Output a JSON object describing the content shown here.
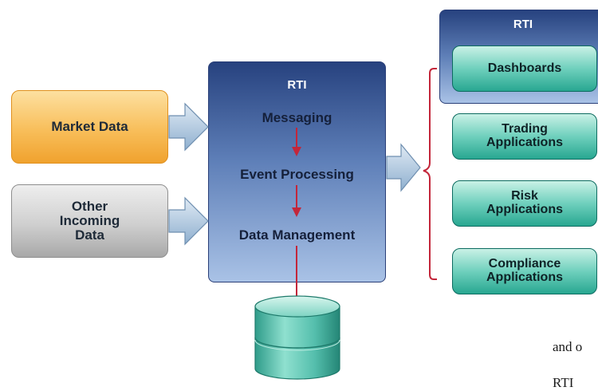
{
  "inputs": {
    "market_data": "Market Data",
    "other_data": [
      "Other",
      "Incoming",
      "Data"
    ]
  },
  "rti_main": {
    "title": "RTI",
    "layers": [
      "Messaging",
      "Event Processing",
      "Data Management"
    ]
  },
  "rti_side": {
    "title": "RTI"
  },
  "outputs": [
    {
      "lines": [
        "Dashboards"
      ]
    },
    {
      "lines": [
        "Trading",
        "Applications"
      ]
    },
    {
      "lines": [
        "Risk",
        "Applications"
      ]
    },
    {
      "lines": [
        "Compliance",
        "Applications"
      ]
    }
  ],
  "side_text": [
    "and o",
    "RTI"
  ],
  "colors": {
    "market_fill": "#f8be5a",
    "other_fill": "#cfcfcf",
    "rti_fill": "#27427f",
    "app_fill": "#6fd0bd",
    "flow_arrow": "#c3263a",
    "bracket": "#c3263a",
    "block_arrow": "#9fbcd6",
    "database": "#55bfad"
  },
  "icons": {
    "database": "database-icon",
    "block_arrow": "block-arrow-right-icon",
    "bracket": "curly-brace-icon"
  }
}
